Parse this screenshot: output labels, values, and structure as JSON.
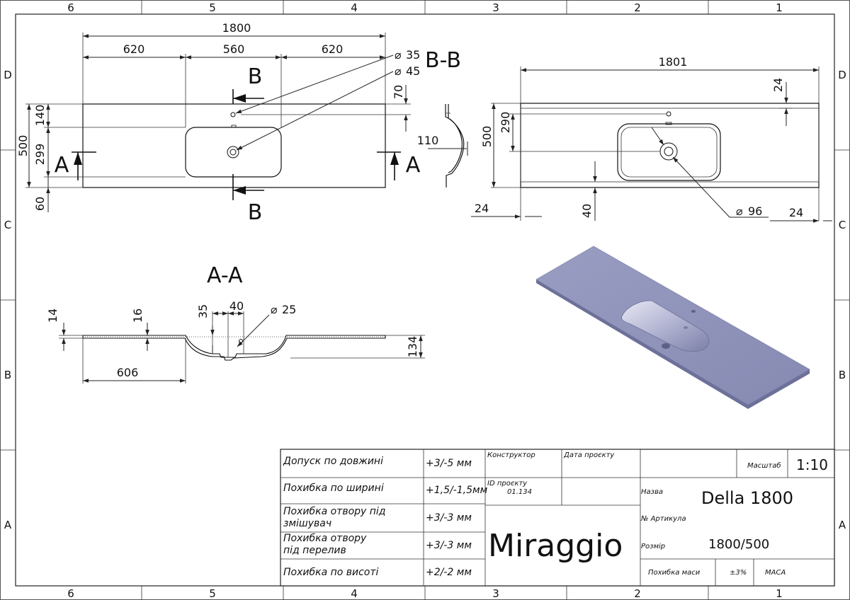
{
  "frame": {
    "columns_top": [
      "6",
      "5",
      "4",
      "3",
      "2",
      "1"
    ],
    "columns_bottom": [
      "6",
      "5",
      "4",
      "3",
      "2",
      "1"
    ],
    "rows_left": [
      "D",
      "C",
      "B",
      "A"
    ],
    "rows_right": [
      "D",
      "C",
      "B",
      "A"
    ]
  },
  "top_view": {
    "overall_width": "1800",
    "left_offset": "620",
    "bowl_width": "560",
    "right_offset": "620",
    "dim_140": "140",
    "dim_500": "500",
    "dim_299": "299",
    "dim_60": "60",
    "dim_70": "70",
    "hole_35": "35",
    "hole_45": "45",
    "section_b_top": "B",
    "section_b_bottom": "B",
    "section_a_left": "A",
    "section_a_right": "A"
  },
  "section_bb": {
    "title": "B-B",
    "dim_110": "110"
  },
  "right_view": {
    "overall_width": "1801",
    "dim_500": "500",
    "dim_290": "290",
    "dim_24_top": "24",
    "dim_24_left": "24",
    "dim_40": "40",
    "drain_96": "96",
    "dim_24_right": "24"
  },
  "section_aa": {
    "title": "A-A",
    "dim_14": "14",
    "dim_16": "16",
    "dim_35": "35",
    "dim_40": "40",
    "hole_25": "25",
    "dim_606": "606",
    "dim_134": "134"
  },
  "render_3d": {
    "surface_color": "#8f92b8",
    "edge_color": "#6d7098"
  },
  "title_block": {
    "tolerances": [
      {
        "label": "Допуск по довжині",
        "value": "+3/-5 мм"
      },
      {
        "label": "Похибка по ширині",
        "value": "+1,5/-1,5мм"
      },
      {
        "label_line1": "Похибка отвору під",
        "label_line2": "змішувач",
        "value": "+3/-3 мм"
      },
      {
        "label_line1": "Похибка отвору",
        "label_line2": "під перелив",
        "value": "+3/-3 мм"
      },
      {
        "label": "Похибка по висоті",
        "value": "+2/-2 мм"
      }
    ],
    "designer_label": "Конструктор",
    "date_label": "Дата проєкту",
    "project_id_label": "ID проєкту",
    "project_id": "01.134",
    "brand": "Miraggio",
    "scale_label": "Масштаб",
    "scale": "1:10",
    "name_label": "Назва",
    "name": "Della 1800",
    "article_label": "№ Артикула",
    "size_label": "Розмір",
    "size": "1800/500",
    "mass_tol_label": "Похибка маси",
    "mass_tol": "±3%",
    "mass_label": "МАСА"
  }
}
